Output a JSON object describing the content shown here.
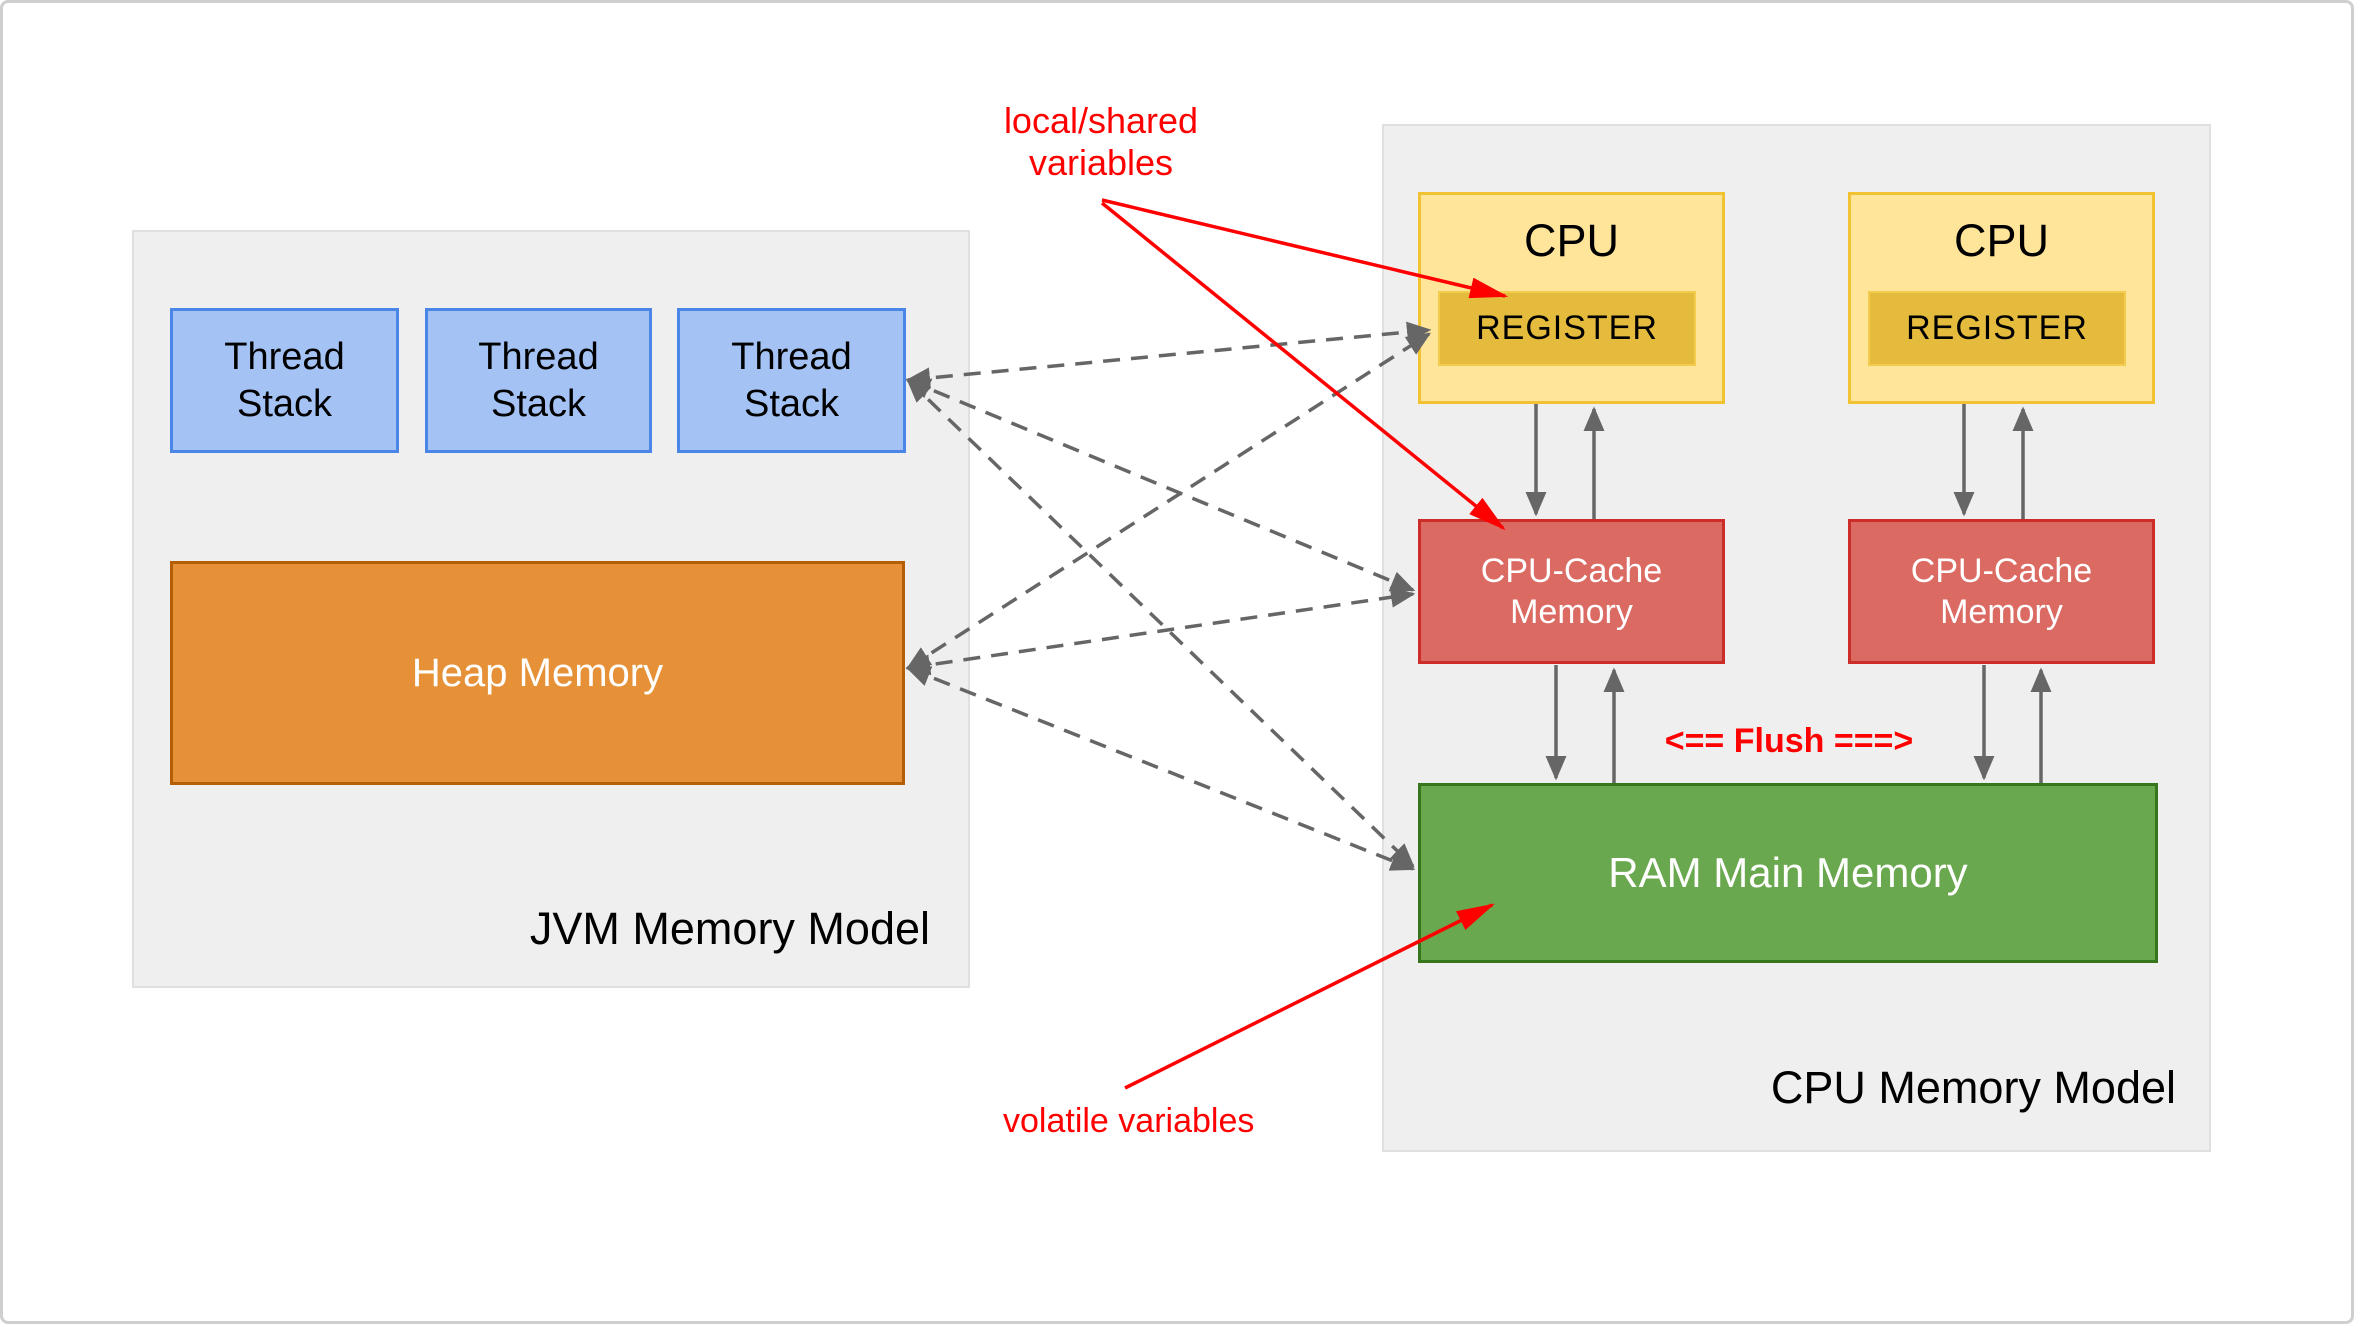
{
  "jvm_model": {
    "title": "JVM Memory Model",
    "thread_stacks": [
      {
        "label": "Thread Stack"
      },
      {
        "label": "Thread Stack"
      },
      {
        "label": "Thread Stack"
      }
    ],
    "heap": {
      "label": "Heap Memory"
    }
  },
  "cpu_model": {
    "title": "CPU Memory Model",
    "cpus": [
      {
        "label": "CPU",
        "register": "REGISTER"
      },
      {
        "label": "CPU",
        "register": "REGISTER"
      }
    ],
    "caches": [
      {
        "label": "CPU-Cache Memory"
      },
      {
        "label": "CPU-Cache Memory"
      }
    ],
    "ram": {
      "label": "RAM Main Memory"
    },
    "flush_label": "<== Flush ===>"
  },
  "annotations": {
    "local_shared_label": "local/shared variables",
    "volatile_label": "volatile variables"
  },
  "colors": {
    "accent_red": "#ff0000",
    "arrow_gray": "#666666",
    "thread_fill": "#a4c2f4",
    "thread_border": "#4a86e8",
    "heap_fill": "#e69138",
    "heap_border": "#b45f06",
    "cpu_fill": "#ffe599",
    "cpu_border": "#f1c232",
    "register_fill": "#e4bb3c",
    "register_border": "#f3cc4e",
    "cache_fill": "#db6a63",
    "cache_border": "#cc2d28",
    "ram_fill": "#6aa84f",
    "ram_border": "#38761d",
    "container_fill": "#efefef",
    "container_border": "#e0e0e0"
  }
}
